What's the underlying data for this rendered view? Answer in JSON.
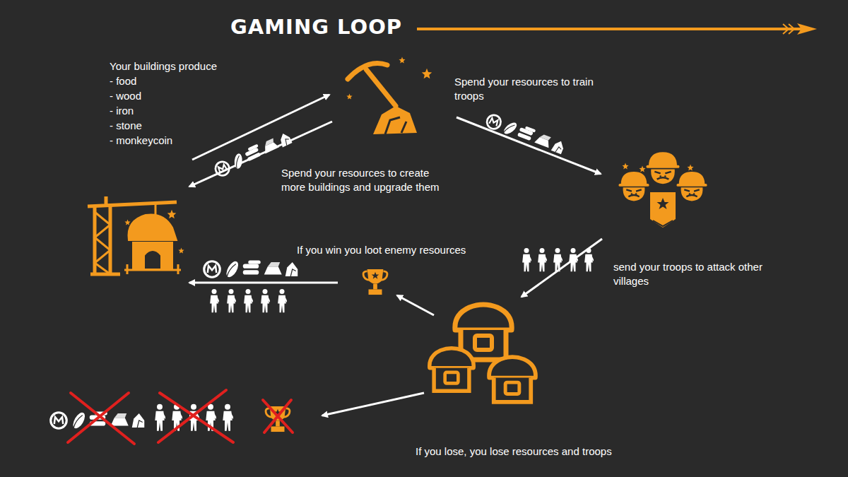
{
  "diagram": {
    "title": "GAMING LOOP",
    "labels": [
      "Your buildings produce",
      "- food",
      "- wood",
      "- iron",
      "- stone",
      "- monkeycoin",
      "Spend your resources to train troops",
      "Spend your resources to create more buildings and upgrade them",
      "If you win you loot enemy resources",
      "send your troops to attack other villages",
      "If you lose, you lose resources and troops"
    ]
  }
}
